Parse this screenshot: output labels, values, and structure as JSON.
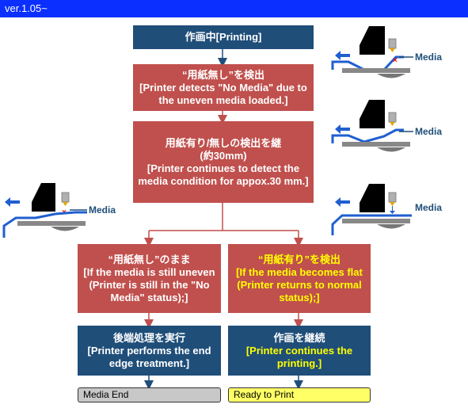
{
  "version": "ver.1.05~",
  "flow": {
    "printing": "作画中[Printing]",
    "detect_jp": "“用紙無し”を検出",
    "detect_en": "[Printer detects \"No Media\" due to the uneven media loaded.]",
    "continue_jp": "用紙有り/無しの検出を継",
    "continue_jp2": "(約30mm)",
    "continue_en": "[Printer continues to detect the media condition for appox.30 mm.]",
    "left_jp": "“用紙無し”のまま",
    "left_en": "[If the media is still uneven (Printer is still in the \"No Media\" status);]",
    "right_jp": "“用紙有り”を検出",
    "right_en": "[If the media becomes flat (Printer returns to normal status);]",
    "left_action_jp": "後端処理を実行",
    "left_action_en": "[Printer performs the end edge treatment.]",
    "right_action_jp": "作画を継続",
    "right_action_en": "[Printer continues the printing.]",
    "left_result": "Media End",
    "right_result": "Ready to Print"
  },
  "illustrations": {
    "media_label": "Media"
  },
  "colors": {
    "blue_box": "#1f4e79",
    "red_box": "#c0504d",
    "version_bar": "#0a2fff",
    "arrow": "#1f5fd0",
    "yellow_text": "#ffff00"
  }
}
